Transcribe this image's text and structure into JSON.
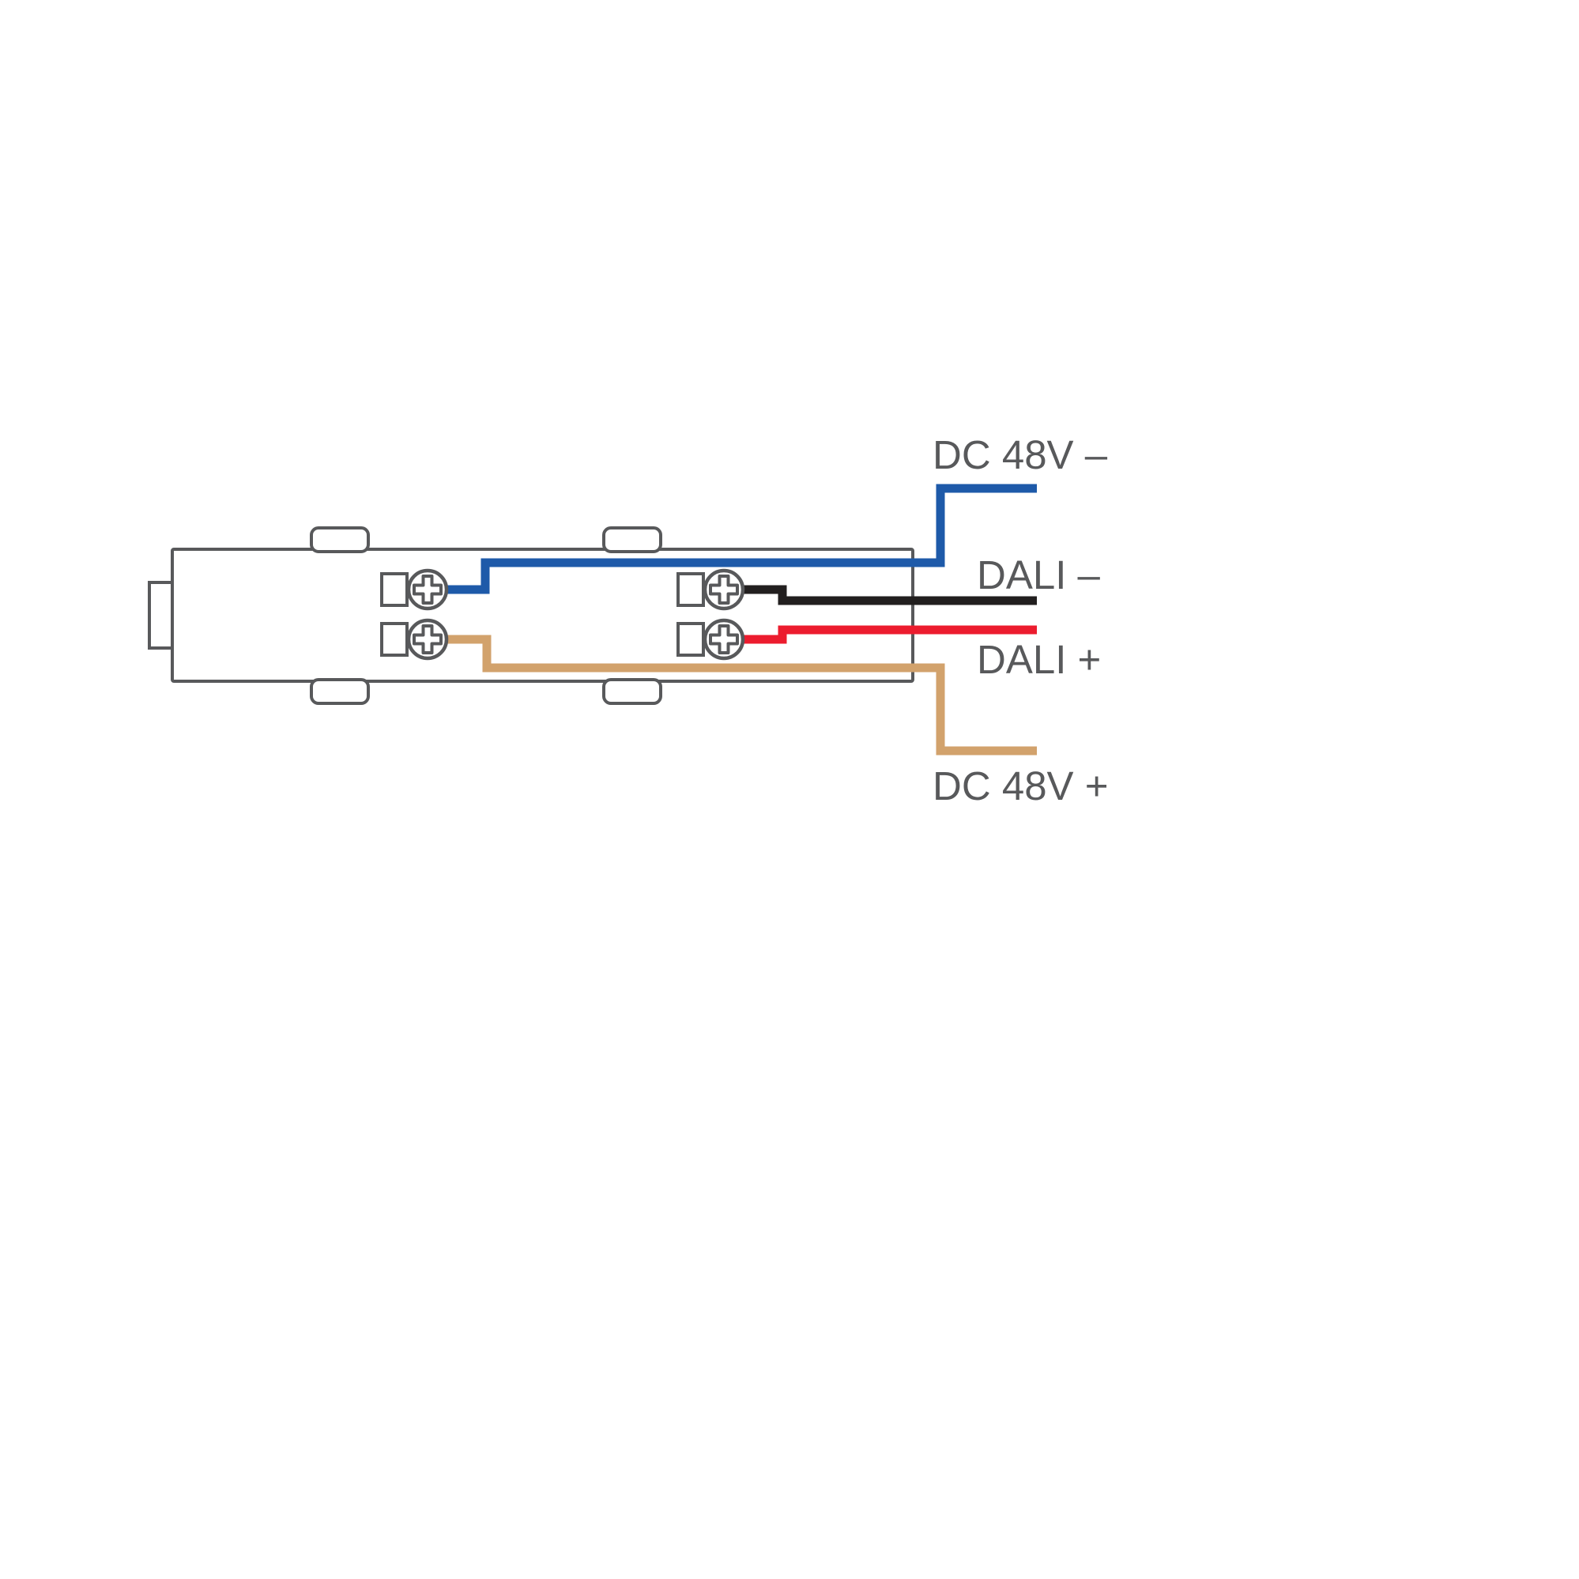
{
  "diagram": {
    "labels": {
      "dc48v_neg": "DC 48V –",
      "dali_neg": "DALI –",
      "dali_pos": "DALI +",
      "dc48v_pos": "DC 48V +"
    },
    "colors": {
      "outline": "#58595B",
      "text": "#58595B",
      "wire_dc48v_neg": "#1E5AA9",
      "wire_dali_neg": "#221F1F",
      "wire_dali_pos": "#EC1C2E",
      "wire_dc48v_pos": "#D2A26C"
    }
  }
}
